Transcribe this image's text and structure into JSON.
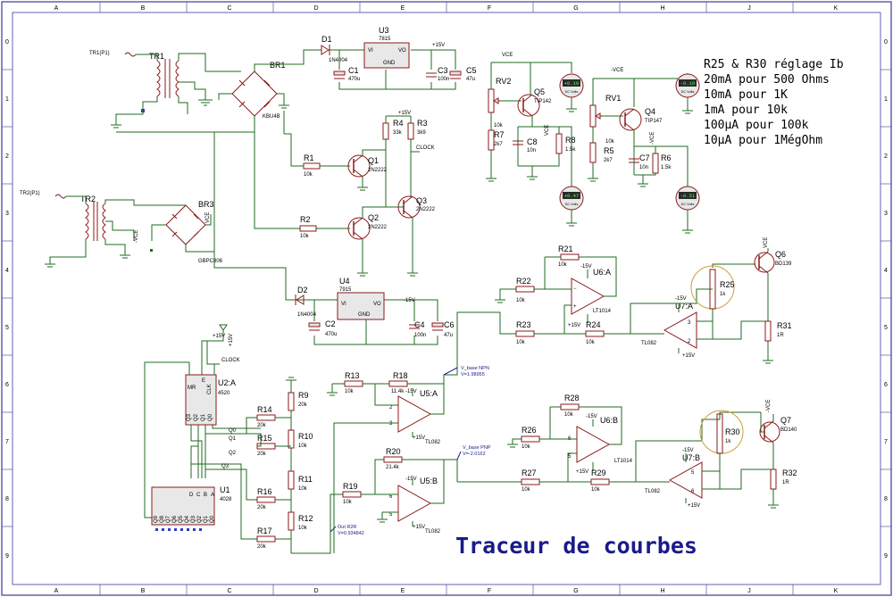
{
  "frame": {
    "cols": [
      "A",
      "B",
      "C",
      "D",
      "E",
      "F",
      "G",
      "H",
      "J",
      "K"
    ],
    "rows": [
      "0",
      "1",
      "2",
      "3",
      "4",
      "5",
      "6",
      "7",
      "8",
      "9"
    ]
  },
  "notes": [
    "R25 & R30 réglage Ib",
    "20mA pour 500 Ohms",
    "10mA pour 1K",
    "1mA pour 10k",
    "100µA pour 100k",
    "10µA pour 1MégOhm"
  ],
  "title": "Traceur de courbes",
  "colors": {
    "wire": "#1f6b1f",
    "component": "#8b1a1a",
    "title": "#1a1a8a",
    "border": "#3a3a9a"
  },
  "components": {
    "TR1": {
      "ref": "TR1"
    },
    "TR2": {
      "ref": "TR2"
    },
    "TR1P1": {
      "ref": "TR1(P1)"
    },
    "TR2P1": {
      "ref": "TR2(P1)"
    },
    "BR1": {
      "ref": "BR1",
      "value": "KBU4B"
    },
    "BR3": {
      "ref": "BR3",
      "value": "GBPC806"
    },
    "D1": {
      "ref": "D1",
      "value": "1N4004"
    },
    "D2": {
      "ref": "D2",
      "value": "1N4004"
    },
    "U3": {
      "ref": "U3",
      "value": "7815"
    },
    "U4": {
      "ref": "U4",
      "value": "7915"
    },
    "C1": {
      "ref": "C1",
      "value": "470u"
    },
    "C2": {
      "ref": "C2",
      "value": "470u"
    },
    "C3": {
      "ref": "C3",
      "value": "100n"
    },
    "C4": {
      "ref": "C4",
      "value": "100n"
    },
    "C5": {
      "ref": "C5",
      "value": "47u"
    },
    "C6": {
      "ref": "C6",
      "value": "47u"
    },
    "C7": {
      "ref": "C7",
      "value": "10n"
    },
    "C8": {
      "ref": "C8",
      "value": "10n"
    },
    "R1": {
      "ref": "R1",
      "value": "10k"
    },
    "R2": {
      "ref": "R2",
      "value": "10k"
    },
    "R3": {
      "ref": "R3",
      "value": "3k9"
    },
    "R4": {
      "ref": "R4",
      "value": "33k"
    },
    "R5": {
      "ref": "R5",
      "value": "2k7"
    },
    "R6": {
      "ref": "R6",
      "value": "1.5k"
    },
    "R7": {
      "ref": "R7",
      "value": "2k7"
    },
    "R8": {
      "ref": "R8",
      "value": "1.5k"
    },
    "R9": {
      "ref": "R9",
      "value": "20k"
    },
    "R10": {
      "ref": "R10",
      "value": "10k"
    },
    "R11": {
      "ref": "R11",
      "value": "10k"
    },
    "R12": {
      "ref": "R12",
      "value": "10k"
    },
    "R13": {
      "ref": "R13",
      "value": "10k"
    },
    "R14": {
      "ref": "R14",
      "value": "20k"
    },
    "R15": {
      "ref": "R15",
      "value": "20k"
    },
    "R16": {
      "ref": "R16",
      "value": "20k"
    },
    "R17": {
      "ref": "R17",
      "value": "20k"
    },
    "R18": {
      "ref": "R18",
      "value": "11.4k"
    },
    "R19": {
      "ref": "R19",
      "value": "10k"
    },
    "R20": {
      "ref": "R20",
      "value": "21.4k"
    },
    "R21": {
      "ref": "R21",
      "value": "10k"
    },
    "R22": {
      "ref": "R22",
      "value": "10k"
    },
    "R23": {
      "ref": "R23",
      "value": "10k"
    },
    "R24": {
      "ref": "R24",
      "value": "10k"
    },
    "R25": {
      "ref": "R25",
      "value": "1k"
    },
    "R26": {
      "ref": "R26",
      "value": "10k"
    },
    "R27": {
      "ref": "R27",
      "value": "10k"
    },
    "R28": {
      "ref": "R28",
      "value": "10k"
    },
    "R29": {
      "ref": "R29",
      "value": "10k"
    },
    "R30": {
      "ref": "R30",
      "value": "1k"
    },
    "R31": {
      "ref": "R31",
      "value": "1R"
    },
    "R32": {
      "ref": "R32",
      "value": "1R"
    },
    "RV1": {
      "ref": "RV1",
      "value": "10k"
    },
    "RV2": {
      "ref": "RV2",
      "value": "10k"
    },
    "Q1": {
      "ref": "Q1",
      "value": "2N2222"
    },
    "Q2": {
      "ref": "Q2",
      "value": "2N2222"
    },
    "Q3": {
      "ref": "Q3",
      "value": "2N2222"
    },
    "Q4": {
      "ref": "Q4",
      "value": "TIP147"
    },
    "Q5": {
      "ref": "Q5",
      "value": "TIP142"
    },
    "Q6": {
      "ref": "Q6",
      "value": "BD139"
    },
    "Q7": {
      "ref": "Q7",
      "value": "BD140"
    },
    "U1": {
      "ref": "U1",
      "value": "4028"
    },
    "U2A": {
      "ref": "U2:A",
      "value": "4520"
    },
    "U5A": {
      "ref": "U5:A",
      "value": "TL082"
    },
    "U5B": {
      "ref": "U5:B",
      "value": "TL082"
    },
    "U6A": {
      "ref": "U6:A",
      "value": "LT1014"
    },
    "U6B": {
      "ref": "U6:B",
      "value": "LT1014"
    },
    "U7A": {
      "ref": "U7:A",
      "value": "TL082"
    },
    "U7B": {
      "ref": "U7:B",
      "value": "TL082"
    }
  },
  "net_labels": {
    "vce": "VCE",
    "nvce": "-VCE",
    "p15": "+15V",
    "n15": "-15V",
    "clock": "CLOCK",
    "q0": "Q0",
    "q1": "Q1",
    "q2": "Q2",
    "q3": "Q3",
    "vce_tr": "VCE"
  },
  "probes": {
    "vbase_npn": {
      "name": "V_base NPN",
      "value": "V=1.98955"
    },
    "vbase_pnp": {
      "name": "V_base PNP",
      "value": "V=-2.0162"
    },
    "out_r2r": {
      "name": "Out R2R",
      "value": "V=0.934842"
    }
  },
  "meters": {
    "m1": {
      "reading": "+0.19",
      "unit": "DC Volts"
    },
    "m2": {
      "reading": "+0.47",
      "unit": "DC Volts"
    },
    "m3": {
      "reading": "-0.19",
      "unit": "DC Volts"
    },
    "m4": {
      "reading": "-0.51",
      "unit": "DC Volts"
    }
  },
  "counter_pins": {
    "mr": "MR",
    "e": "E",
    "clk": "CLK",
    "q3": "Q3",
    "q2": "Q2",
    "q1": "Q1",
    "q0": "Q0"
  },
  "decoder_pins": [
    "Q9",
    "Q8",
    "Q7",
    "Q6",
    "Q5",
    "Q4",
    "Q3",
    "Q2",
    "Q1",
    "Q0"
  ],
  "decoder_inputs": [
    "D",
    "C",
    "B",
    "A"
  ],
  "reg_pins": {
    "vi": "VI",
    "vo": "VO",
    "gnd": "GND"
  }
}
